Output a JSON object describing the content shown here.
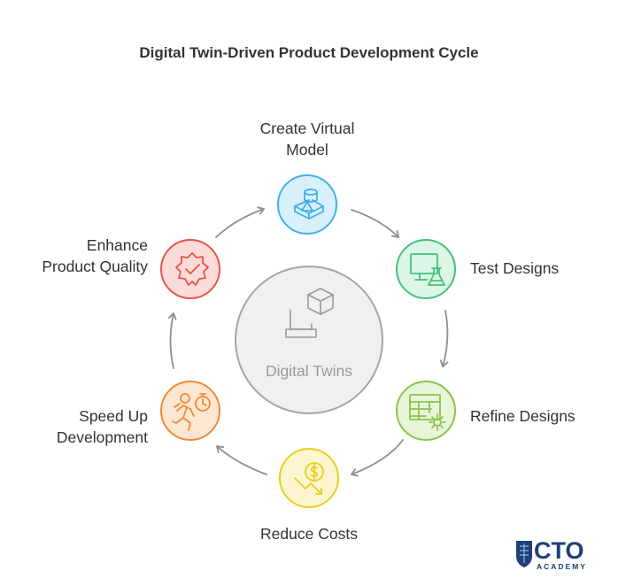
{
  "title": "Digital Twin-Driven Product Development Cycle",
  "center": {
    "label": "Digital Twins",
    "icon": "laptop-cube-icon"
  },
  "steps": [
    {
      "label": "Create Virtual Model",
      "line1": "Create Virtual",
      "line2": "Model",
      "icon": "3d-model-icon",
      "color": "#3fb1e6",
      "fill": "#d9f0fb"
    },
    {
      "label": "Test Designs",
      "icon": "monitor-flask-icon",
      "color": "#43c27a",
      "fill": "#dcf5e6"
    },
    {
      "label": "Refine Designs",
      "icon": "table-gear-icon",
      "color": "#8bc34a",
      "fill": "#e9f5d9"
    },
    {
      "label": "Reduce Costs",
      "icon": "dollar-down-icon",
      "color": "#e8cf1d",
      "fill": "#fbf6cf"
    },
    {
      "label": "Speed Up Development",
      "line1": "Speed Up",
      "line2": "Development",
      "icon": "runner-stopwatch-icon",
      "color": "#ef8a36",
      "fill": "#fde7d2"
    },
    {
      "label": "Enhance Product Quality",
      "line1": "Enhance",
      "line2": "Product Quality",
      "icon": "quality-badge-icon",
      "color": "#e5534b",
      "fill": "#fbdcd9"
    }
  ],
  "logo": {
    "name": "CTO",
    "sub": "ACADEMY",
    "color": "#1f3f77"
  }
}
